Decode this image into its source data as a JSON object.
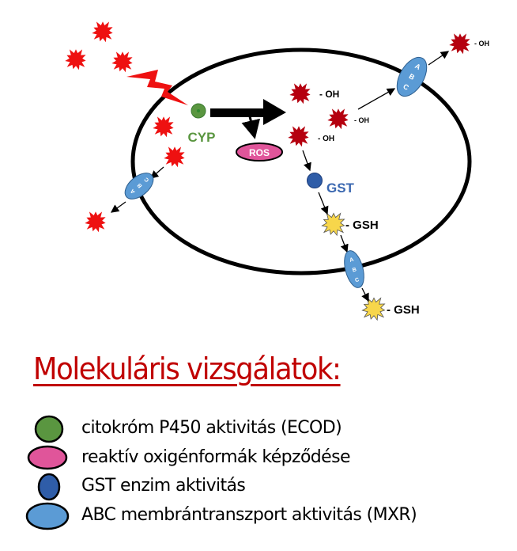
{
  "diagram": {
    "labels": {
      "cyp": "CYP",
      "ros": "ROS",
      "gst": "GST",
      "oh": "- OH",
      "gsh": "- GSH",
      "abc_letters": [
        "A",
        "B",
        "C"
      ]
    },
    "colors": {
      "toxicant": "#ee1111",
      "metabolite": "#b5000f",
      "conjugate": "#f7d64b",
      "cyp": "#5a9640",
      "ros": "#e0559a",
      "gst": "#2f5da8",
      "abc": "#5b9bd5",
      "cell_membrane": "#000000"
    }
  },
  "legend": {
    "title": "Molekuláris vizsgálatok:",
    "items": [
      {
        "label": "citokróm P450 aktivitás (ECOD)",
        "color": "#5a9640"
      },
      {
        "label": "reaktív oxigénformák képződése",
        "color": "#e0559a"
      },
      {
        "label": "GST enzim aktivitás",
        "color": "#2f5da8"
      },
      {
        "label": "ABC membrántranszport aktivitás (MXR)",
        "color": "#5b9bd5"
      }
    ]
  }
}
